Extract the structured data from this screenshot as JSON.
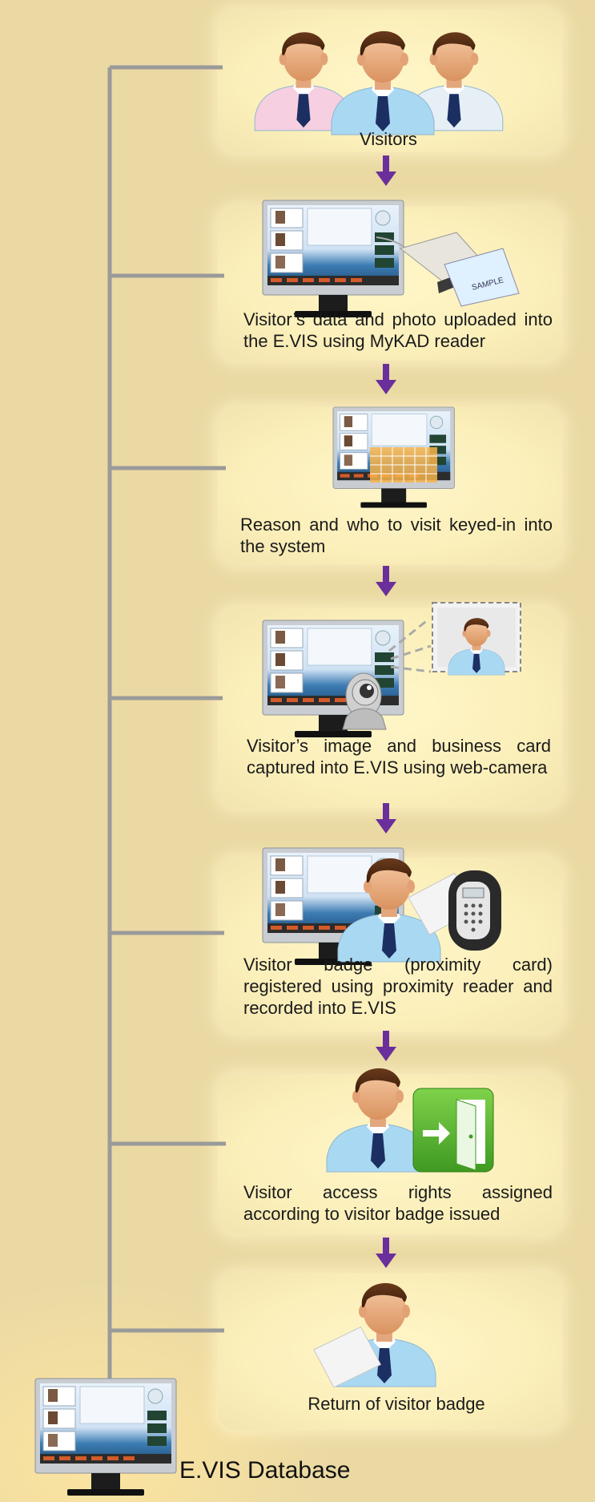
{
  "steps": [
    {
      "id": "visitors",
      "text": "Visitors"
    },
    {
      "id": "mykad",
      "text": "Visitor’s data and photo uploaded into the E.VIS using MyKAD reader"
    },
    {
      "id": "reason",
      "text": "Reason and who to visit keyed-in into the system"
    },
    {
      "id": "webcam",
      "text": "Visitor’s image and business card captured into E.VIS using web-camera"
    },
    {
      "id": "badge",
      "text": "Visitor badge (proximity card) registered using proximity reader and recorded into E.VIS"
    },
    {
      "id": "access",
      "text": "Visitor access rights assigned according to visitor badge issued"
    },
    {
      "id": "return",
      "text": "Return of visitor badge"
    }
  ],
  "database": {
    "label": "E.VIS Database"
  },
  "card_text": "SAMPLE",
  "colors": {
    "background": "#ead9a3",
    "panel": "#fff6c8",
    "connector": "#9a9a9a",
    "arrow": "#6a2f9a",
    "door_green": "#5cb030"
  }
}
